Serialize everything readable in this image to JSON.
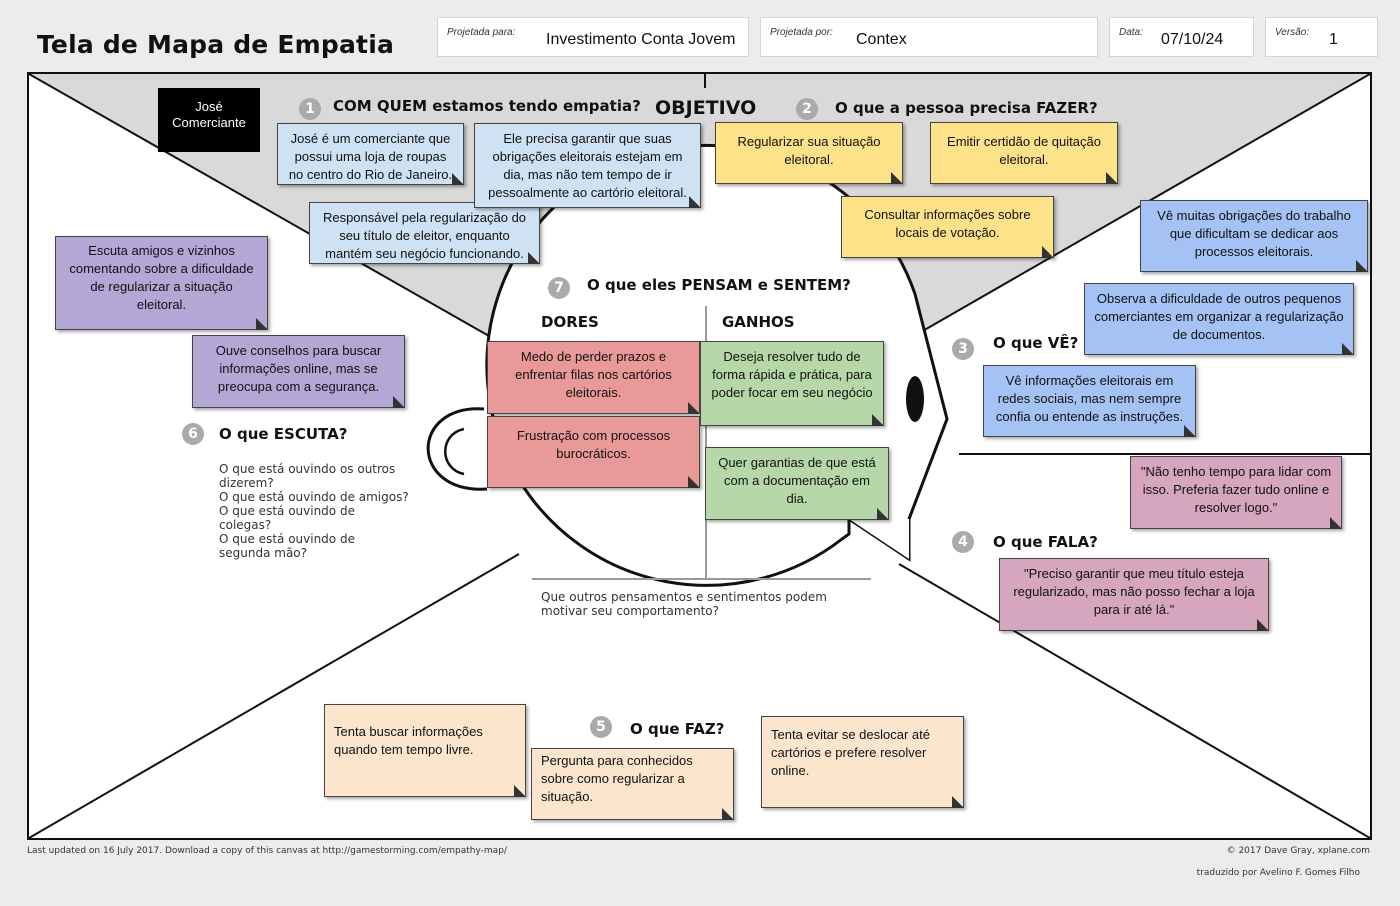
{
  "title": "Tela de Mapa de Empatia",
  "header": {
    "designed_for_label": "Projetada para:",
    "designed_for": "Investimento Conta Jovem",
    "designed_by_label": "Projetada por:",
    "designed_by": "Contex",
    "date_label": "Data:",
    "date": "07/10/24",
    "version_label": "Versão:",
    "version": "1"
  },
  "persona": "José Comerciante",
  "sections": {
    "who": {
      "number": "1",
      "title": "COM QUEM estamos tendo empatia?"
    },
    "goal": {
      "title": "OBJETIVO"
    },
    "do": {
      "number": "2",
      "title": "O que a pessoa precisa FAZER?"
    },
    "see": {
      "number": "3",
      "title": "O que VÊ?"
    },
    "say": {
      "number": "4",
      "title": "O que FALA?"
    },
    "does": {
      "number": "5",
      "title": "O que FAZ?"
    },
    "hear": {
      "number": "6",
      "title": "O que ESCUTA?",
      "hint": [
        "O que está ouvindo os outros dizerem?",
        "O que está ouvindo de amigos?",
        "O que está ouvindo de colegas?",
        "O que está ouvindo de segunda mão?"
      ]
    },
    "think": {
      "number": "7",
      "title": "O que eles PENSAM e SENTEM?",
      "pains": "DORES",
      "gains": "GANHOS",
      "hint": "Que outros pensamentos e sentimentos podem motivar seu comportamento?"
    }
  },
  "notes": {
    "who1": "José é um comerciante que possui uma loja de roupas no centro do Rio de Janeiro.",
    "who2": "Responsável pela regularização do seu título de eleitor, enquanto mantém seu negócio funcionando.",
    "goal1": "Ele precisa garantir que suas obrigações eleitorais estejam em dia, mas não tem tempo de ir pessoalmente ao cartório eleitoral.",
    "do1": "Regularizar sua situação eleitoral.",
    "do2": "Emitir certidão de quitação eleitoral.",
    "do3": "Consultar informações sobre locais de votação.",
    "see1": "Vê muitas obrigações do trabalho que dificultam se dedicar aos processos eleitorais.",
    "see2": "Observa a dificuldade de outros pequenos comerciantes em organizar a regularização de documentos.",
    "see3": "Vê informações eleitorais em redes sociais, mas nem sempre confia ou entende as instruções.",
    "say1": "\"Não tenho tempo para lidar com isso. Preferia fazer tudo online e resolver logo.\"",
    "say2": "\"Preciso garantir que meu título esteja regularizado, mas não posso fechar a loja para ir até lá.\"",
    "hear1": "Escuta amigos e vizinhos comentando sobre a dificuldade de regularizar a situação eleitoral.",
    "hear2": "Ouve conselhos para buscar informações online, mas se preocupa com a segurança.",
    "pain1": "Medo de perder prazos e enfrentar filas nos cartórios eleitorais.",
    "pain2": "Frustração com processos burocráticos.",
    "gain1": "Deseja resolver tudo de forma rápida e prática, para poder focar em seu negócio",
    "gain2": "Quer garantias de que está com a documentação em dia.",
    "does1": "Tenta buscar informações quando tem tempo livre.",
    "does2": "Pergunta para conhecidos sobre como regularizar a situação.",
    "does3": "Tenta evitar se deslocar até cartórios e prefere resolver online."
  },
  "footer": {
    "left": "Last updated on 16 July 2017. Download a copy of this canvas at http://gamestorming.com/empathy-map/",
    "right": "© 2017 Dave Gray, xplane.com",
    "credit": "traduzido por Avelino F. Gomes Filho"
  },
  "colors": {
    "goal_area": "#d9d9d9",
    "yellow": "#fde28a",
    "blue": "#cfe2f3",
    "blue_dark": "#a4c2f4",
    "purple": "#b4a7d6",
    "red": "#ea9999",
    "green": "#b6d7a8",
    "pink": "#d5a6bd",
    "peach": "#fce5cd"
  }
}
